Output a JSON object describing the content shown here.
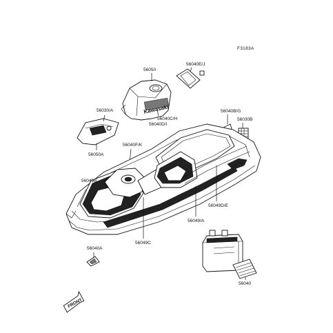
{
  "figure_code": "F3183A",
  "labels": {
    "l_56050": "56050",
    "l_56040EJ": "56040E/J",
    "l_56030A": "56030/A",
    "l_56040CH": "56040C/H",
    "l_56040DI": "56040D/I",
    "l_56040BG": "56040B/G",
    "l_56030B": "56030B",
    "l_56050A": "56050A",
    "l_56040FK": "56040F/K",
    "l_56049B": "56049B",
    "l_56049DE": "56049D/E",
    "l_56049A": "56049/A",
    "l_56049C": "56049C",
    "l_56040A": "56040A",
    "l_56040": "56040"
  },
  "front_label": "FRONT",
  "brand_text": "Kawasaki"
}
